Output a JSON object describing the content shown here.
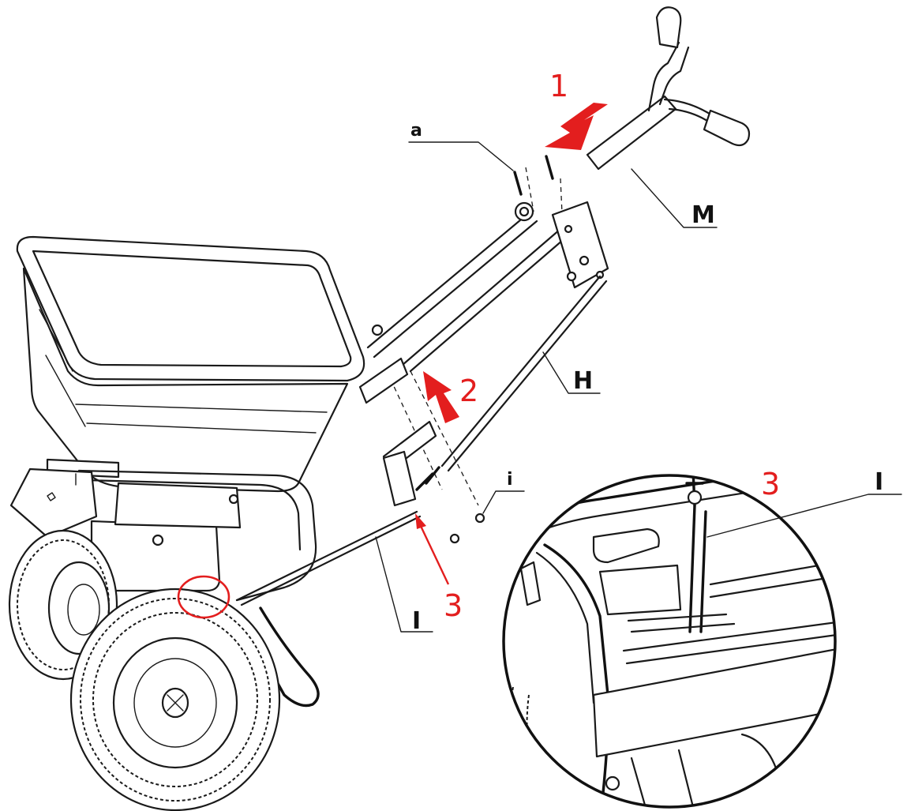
{
  "labels": {
    "part_a": "a",
    "part_M": "M",
    "part_H": "H",
    "part_i": "i",
    "part_I": "I",
    "detail_I": "I"
  },
  "steps": {
    "step1": "1",
    "step2": "2",
    "step3": "3",
    "step3_detail": "3"
  },
  "colors": {
    "accent": "#e31e1e",
    "line": "#1a1a1a",
    "background": "#ffffff"
  },
  "icons": {
    "arrow": "red-arrow-icon",
    "highlight": "red-circle-highlight"
  }
}
